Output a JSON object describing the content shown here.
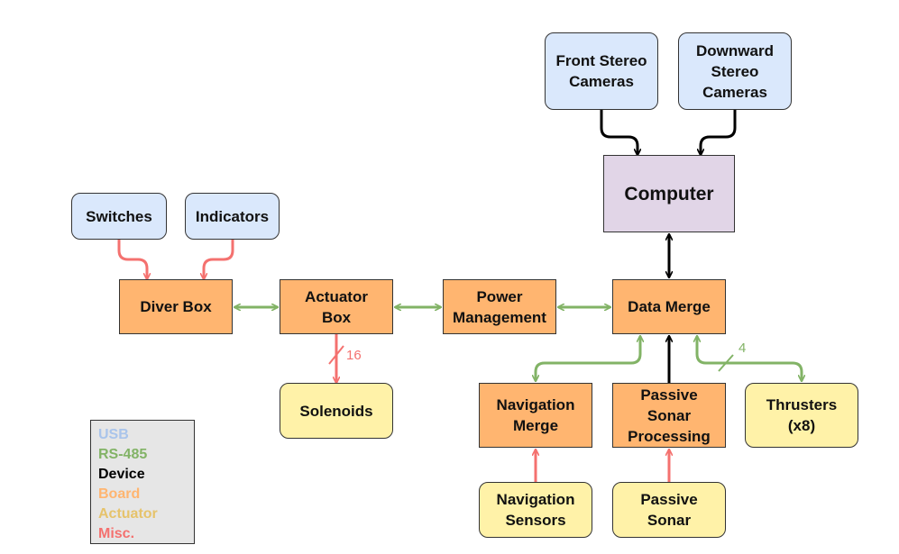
{
  "colors": {
    "usb": "#a9c4eb",
    "rs485": "#82b366",
    "device": "#000000",
    "board": "#ffb570",
    "actuator": "#e6c36b",
    "misc": "#f4716f",
    "usb_fill": "#dae8fc",
    "computer_fill": "#e1d5e7",
    "board_fill": "#ffb570",
    "actuator_fill": "#fff2a8"
  },
  "nodes": {
    "front_cameras": "Front Stereo\nCameras",
    "downward_cameras": "Downward\nStereo\nCameras",
    "computer": "Computer",
    "switches": "Switches",
    "indicators": "Indicators",
    "diver_box": "Diver Box",
    "actuator_box": "Actuator\nBox",
    "power_management": "Power\nManagement",
    "data_merge": "Data Merge",
    "solenoids": "Solenoids",
    "navigation_merge": "Navigation\nMerge",
    "passive_sonar_processing": "Passive\nSonar\nProcessing",
    "thrusters": "Thrusters\n(x8)",
    "navigation_sensors": "Navigation\nSensors",
    "passive_sonar": "Passive\nSonar"
  },
  "edge_labels": {
    "solenoid_count": "16",
    "thruster_count": "4"
  },
  "legend": {
    "usb": "USB",
    "rs485": "RS-485",
    "device": "Device",
    "board": "Board",
    "actuator": "Actuator",
    "misc": "Misc."
  }
}
